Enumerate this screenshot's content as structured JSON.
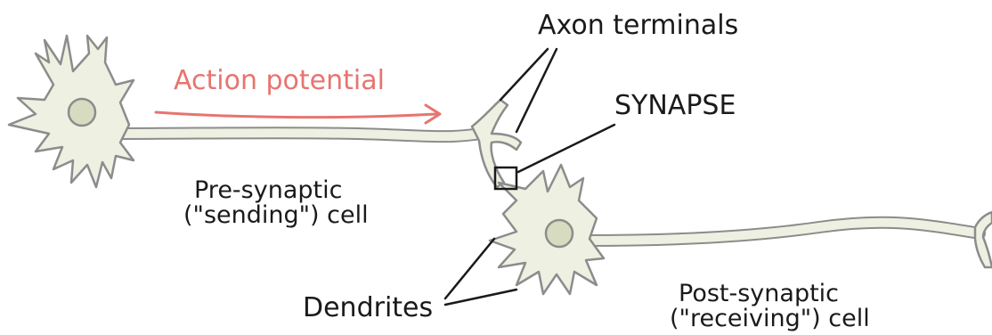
{
  "labels": {
    "top_cut": "",
    "axon_terminals": "Axon terminals",
    "synapse": "SYNAPSE",
    "action_potential": "Action potential",
    "pre_line1": "Pre-synaptic",
    "pre_line2": "(\"sending\") cell",
    "dendrites": "Dendrites",
    "post_line1": "Post-synaptic",
    "post_line2": "(\"receiving\") cell"
  },
  "colors": {
    "cell_fill": "#eef0e1",
    "cell_outline": "#8c8c8c",
    "nucleus": "#d7dcc0",
    "action_potential": "#e77470",
    "text": "#1a1a1a"
  }
}
